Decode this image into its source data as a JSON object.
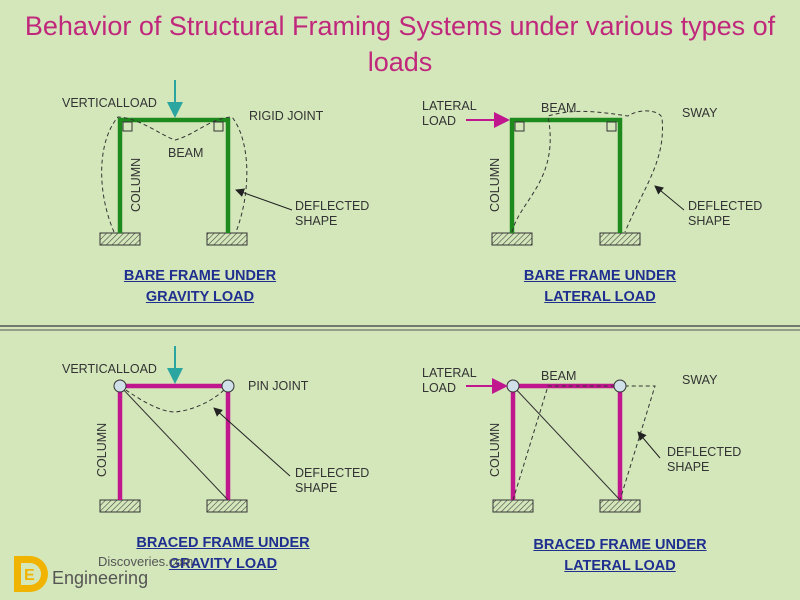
{
  "title": "Behavior of Structural Framing Systems under various types of loads",
  "panels": {
    "tl": {
      "load": "VERTICALLOAD",
      "joint": "RIGID JOINT",
      "beam": "BEAM",
      "column": "COLUMN",
      "deflected": "DEFLECTED\nSHAPE",
      "caption": "BARE FRAME UNDER\nGRAVITY LOAD"
    },
    "tr": {
      "load": "LATERAL\nLOAD",
      "beam": "BEAM",
      "sway": "SWAY",
      "column": "COLUMN",
      "deflected": "DEFLECTED\nSHAPE",
      "caption": "BARE FRAME UNDER\nLATERAL LOAD"
    },
    "bl": {
      "load": "VERTICALLOAD",
      "joint": "PIN JOINT",
      "column": "COLUMN",
      "deflected": "DEFLECTED\nSHAPE",
      "caption": "BRACED FRAME UNDER\nGRAVITY LOAD"
    },
    "br": {
      "load": "LATERAL\nLOAD",
      "beam": "BEAM",
      "sway": "SWAY",
      "column": "COLUMN",
      "deflected": "DEFLECTED\nSHAPE",
      "caption": "BRACED FRAME UNDER\nLATERAL LOAD"
    }
  },
  "watermark": {
    "line1": "Discoveries.com",
    "line2": "Engineering"
  },
  "colors": {
    "title": "#c0287c",
    "bare_frame": "#1e8a1e",
    "braced_frame": "#c0168e",
    "arrow": "#2aa5a0",
    "caption": "#1f2f8f",
    "background": "#d4e7bb"
  }
}
